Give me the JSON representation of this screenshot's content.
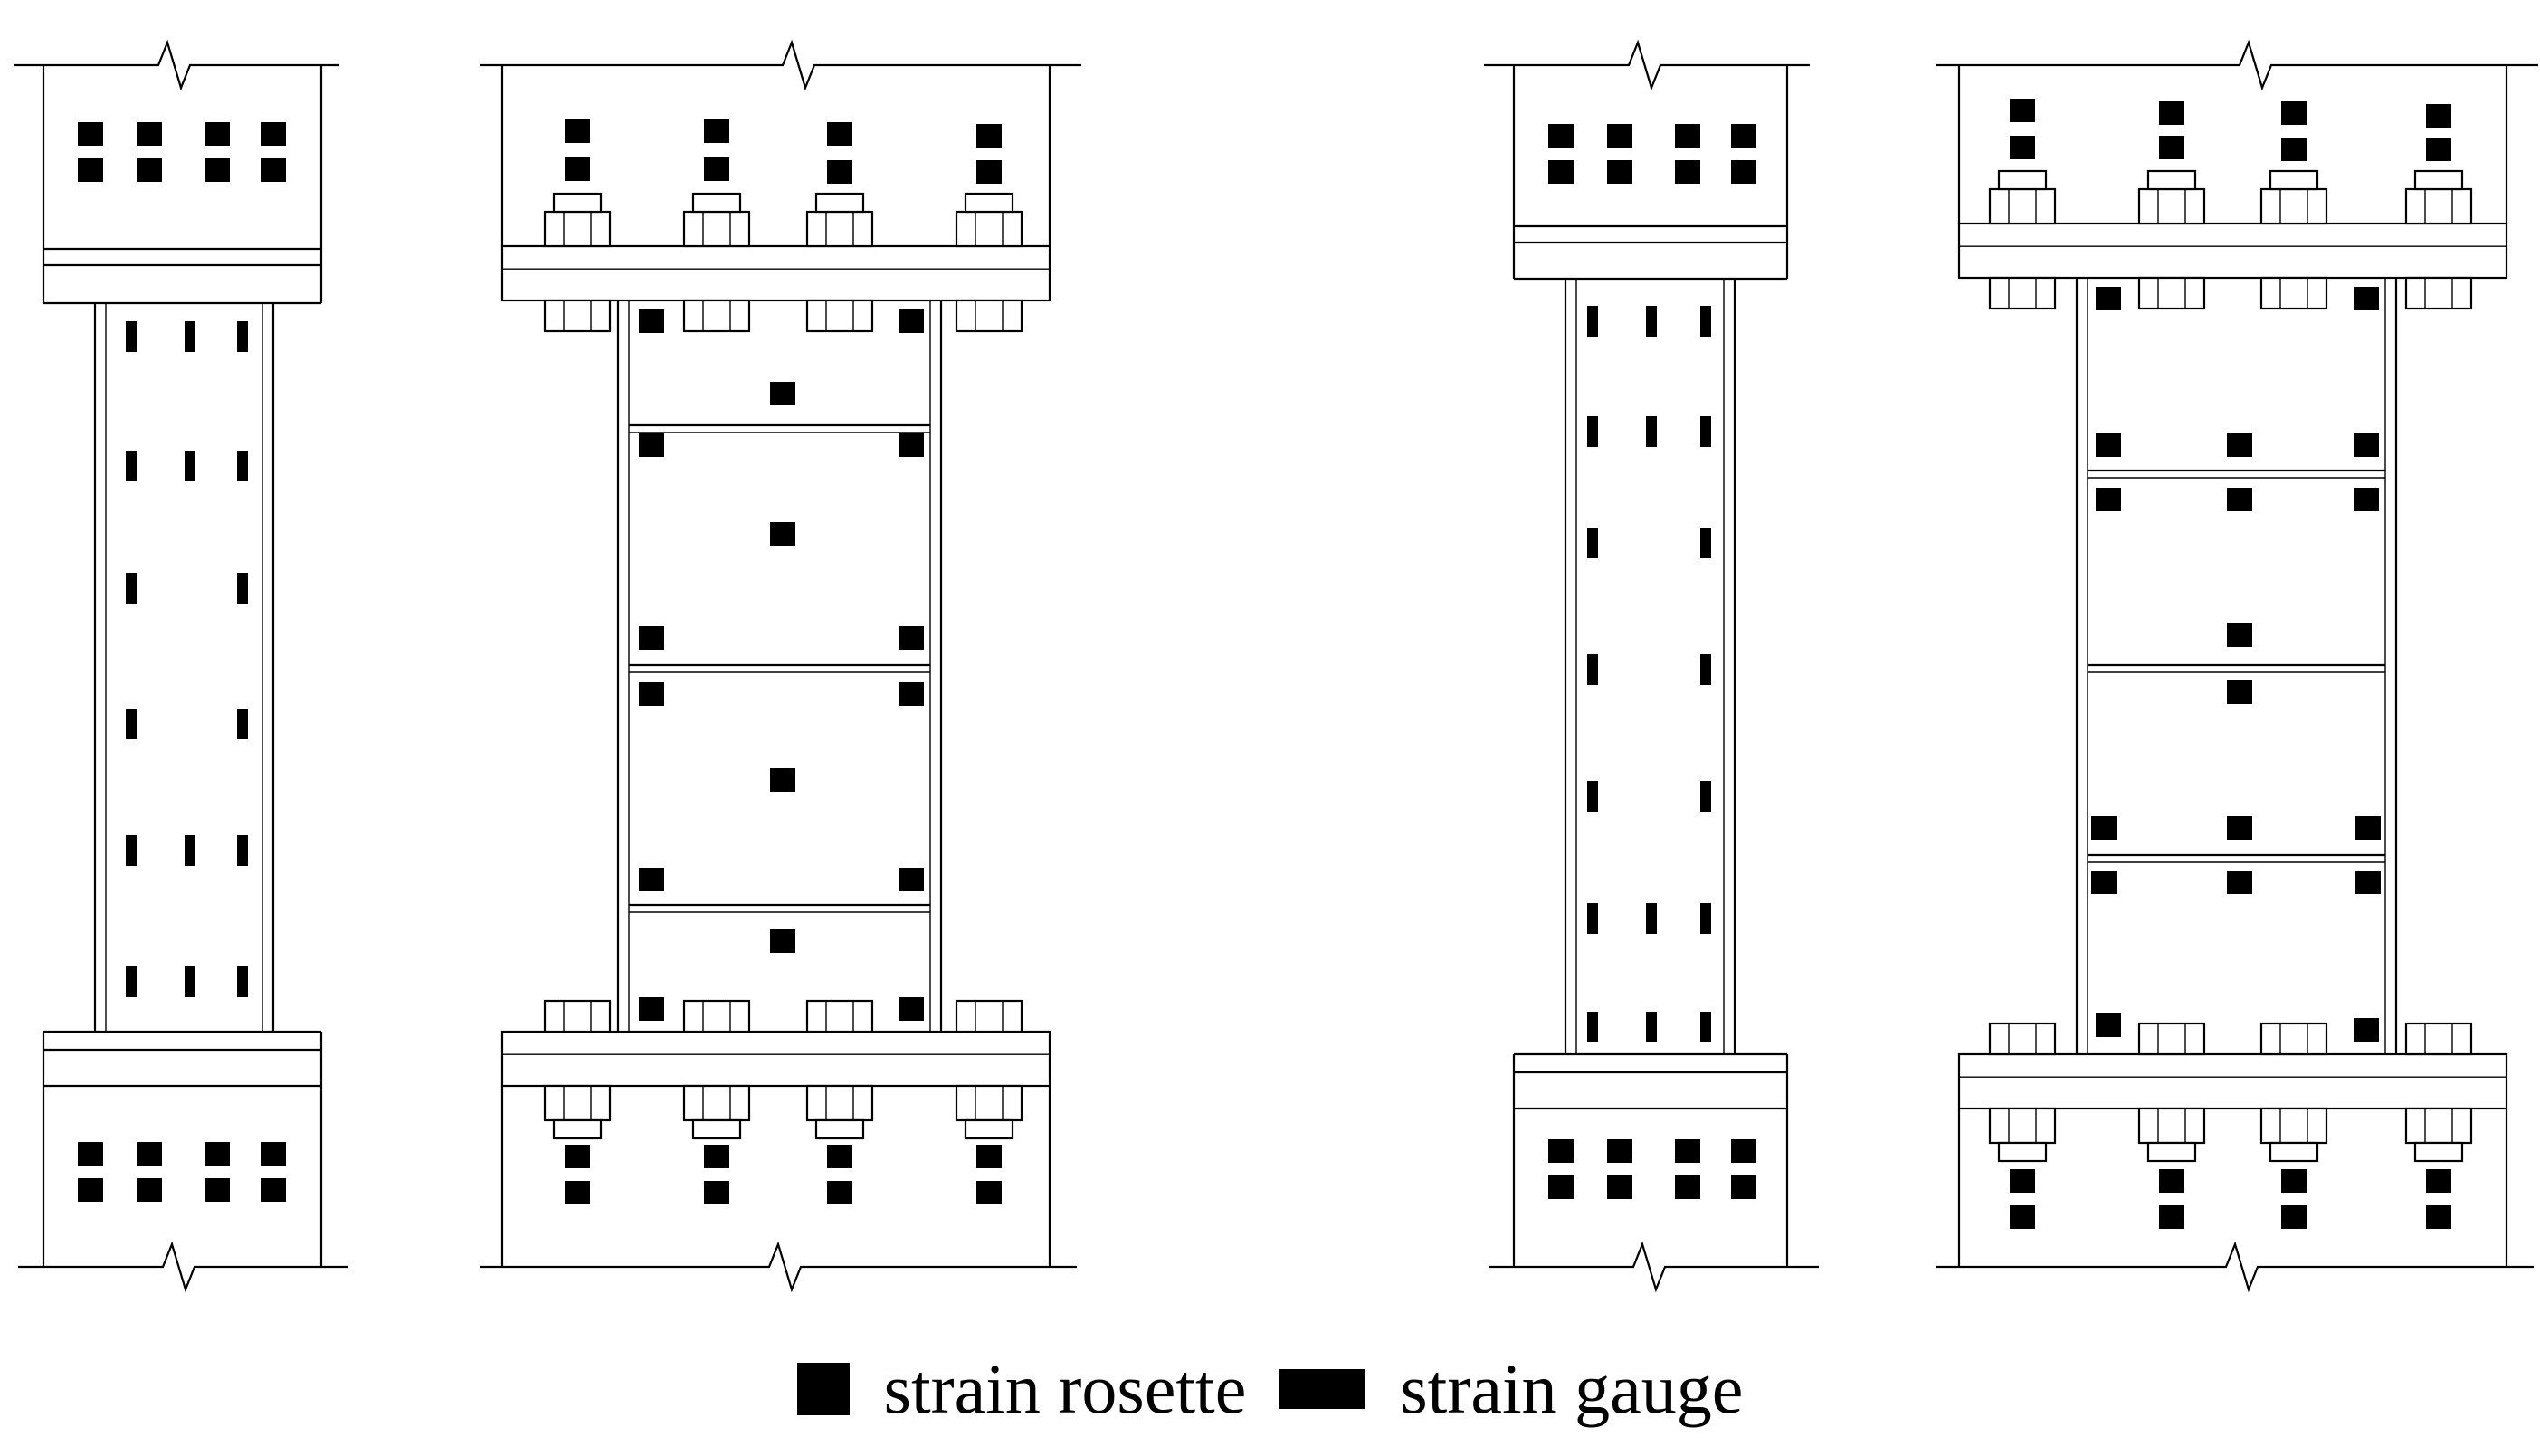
{
  "diagram": {
    "specimens": [
      {
        "id": "specimen-1",
        "connection": "welded",
        "stiffeners": 0
      },
      {
        "id": "specimen-2",
        "connection": "bolted-end-plate",
        "stiffeners": 3
      },
      {
        "id": "specimen-3",
        "connection": "welded",
        "stiffeners": 0
      },
      {
        "id": "specimen-4",
        "connection": "bolted-end-plate",
        "stiffeners": 3
      }
    ],
    "colors": {
      "line": "#000000",
      "marker": "#000000",
      "background": "#ffffff"
    }
  },
  "legend": {
    "rosette_label": "strain rosette",
    "gauge_label": "strain gauge"
  }
}
